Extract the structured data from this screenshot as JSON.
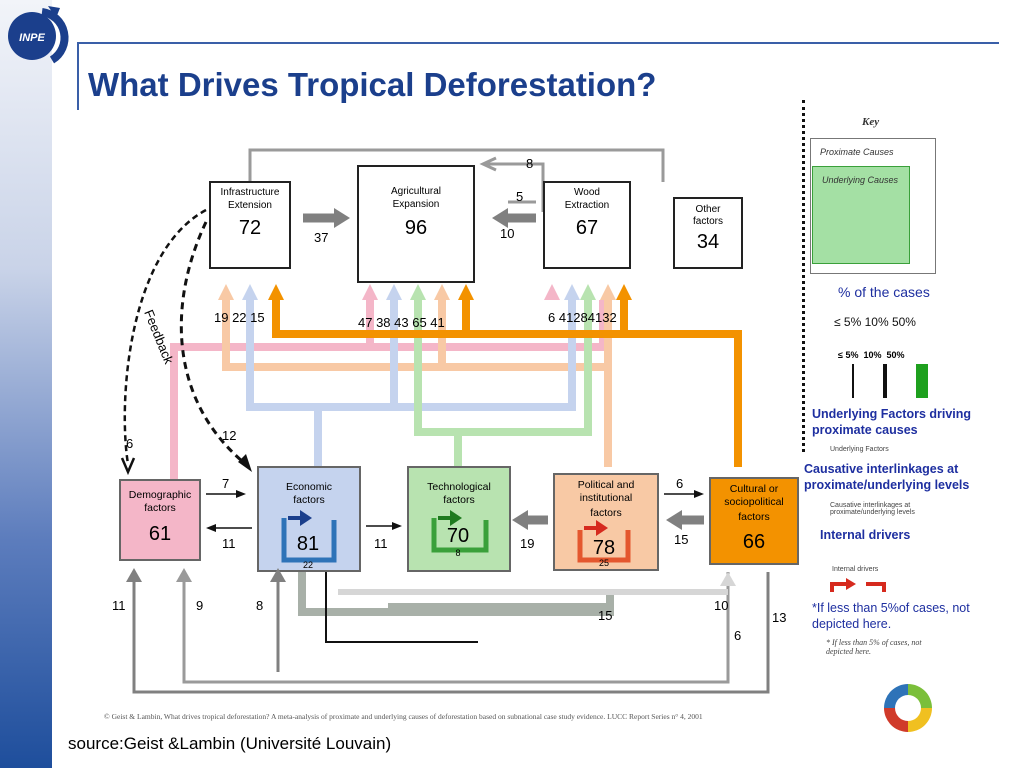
{
  "title": "What Drives Tropical Deforestation?",
  "source": "source:Geist &Lambin (Université Louvain)",
  "citation": "© Geist & Lambin, What drives tropical deforestation? A meta-analysis of proximate and underlying causes of deforestation based on subnational case study evidence. LUCC Report Series n° 4, 2001",
  "logo_text": "INPE",
  "diagram": {
    "proximate": [
      {
        "label": "Infrastructure Extension",
        "value": "72"
      },
      {
        "label": "Agricultural Expansion",
        "value": "96"
      },
      {
        "label": "Wood Extraction",
        "value": "67"
      },
      {
        "label": "Other factors",
        "value": "34"
      }
    ],
    "underlying": [
      {
        "label": "Demographic factors",
        "value": "61"
      },
      {
        "label": "Economic factors",
        "value": "81",
        "internal": "22"
      },
      {
        "label": "Technological factors",
        "value": "70",
        "internal": "8"
      },
      {
        "label": "Political and institutional factors",
        "value": "78",
        "internal": "25"
      },
      {
        "label": "Cultural or sociopolitical factors",
        "value": "66"
      }
    ],
    "feedback_label": "Feedback",
    "top_labels": {
      "a": "8",
      "b": "5",
      "c": "37",
      "d": "10"
    },
    "infra_arrows": "19 22 15",
    "agri_arrows": "47 38 43 65 41",
    "wood_arrows": "6 41284132",
    "mid_numbers": [
      "12",
      "6",
      "7",
      "11",
      "11",
      "19",
      "6",
      "15"
    ],
    "bottom_numbers": [
      "11",
      "9",
      "8",
      "10",
      "15",
      "6",
      "13"
    ]
  },
  "key": {
    "title": "Key",
    "proximate_label": "Proximate Causes",
    "underlying_label": "Underlying Causes",
    "pct_of_cases": "% of the cases",
    "pct_values": "≤ 5% 10%  50%",
    "pct_labels": [
      "≤ 5%",
      "10%",
      "50%"
    ],
    "underlying_factors": "Underlying Factors driving proximate causes",
    "underlying_small": "Underlying Factors",
    "causative": "Causative interlinkages at proximate/underlying levels",
    "causative_small": "Causative interlinkages at proximate/underlying levels",
    "internal": "Internal drivers",
    "internal_small": "Internal drivers",
    "footnote": "*If less than 5%of cases, not depicted here.",
    "footnote_small": "* If less than 5% of cases, not depicted here."
  },
  "colors": {
    "pink": "#f4b6c8",
    "blue": "#c5d3ee",
    "green": "#b8e3b0",
    "peach": "#f8c9a5",
    "orange": "#f39200",
    "grey": "#9a9a9a"
  }
}
